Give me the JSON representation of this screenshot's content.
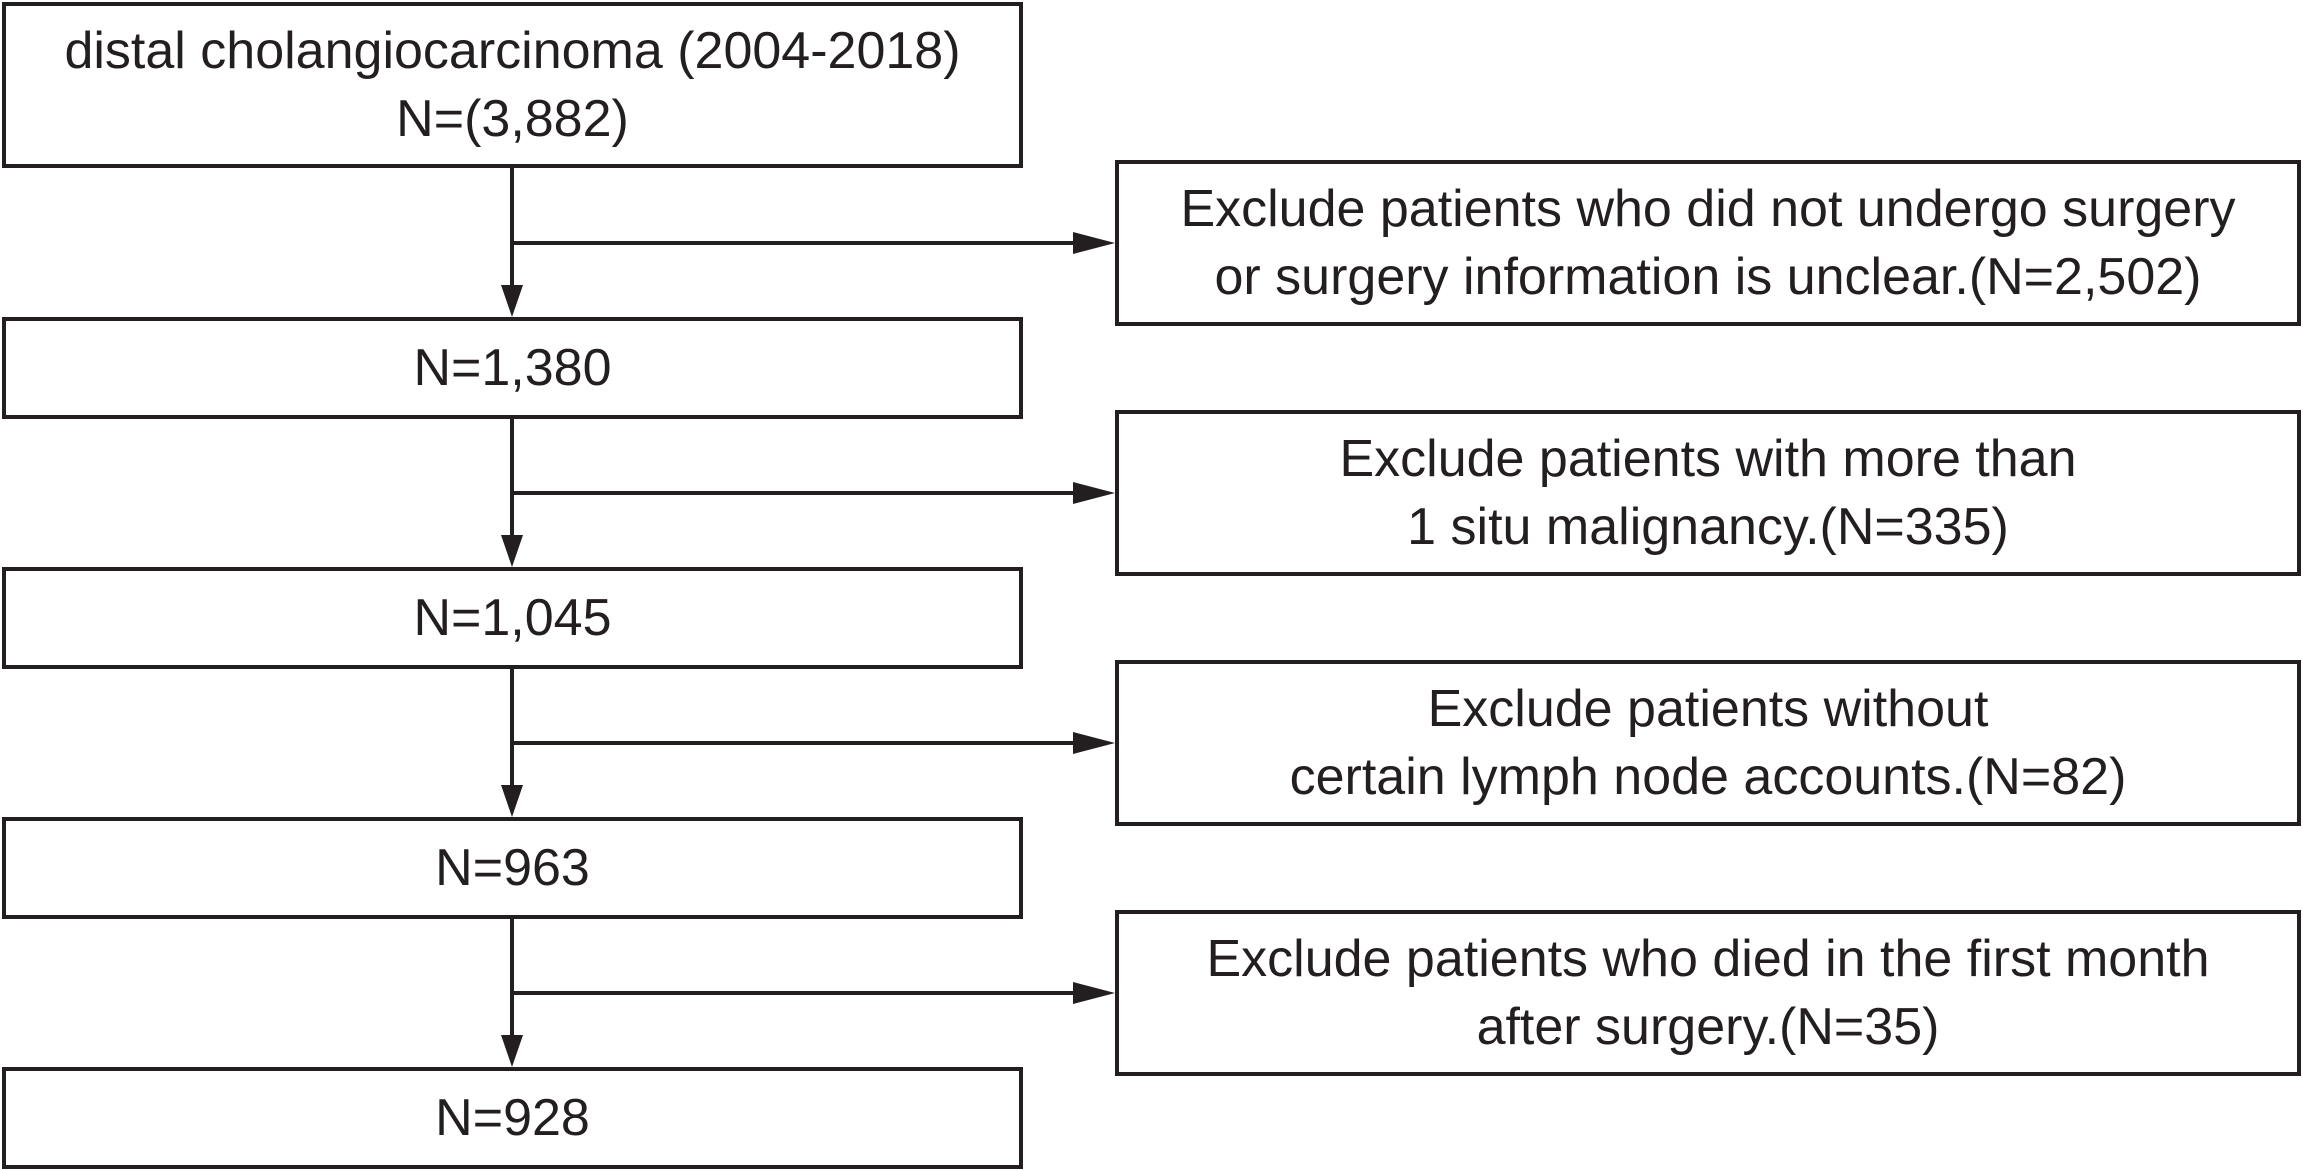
{
  "main_flow": [
    {
      "lines": [
        "distal cholangiocarcinoma (2004-2018)",
        "N=(3,882)"
      ]
    },
    {
      "lines": [
        "N=1,380"
      ]
    },
    {
      "lines": [
        "N=1,045"
      ]
    },
    {
      "lines": [
        "N=963"
      ]
    },
    {
      "lines": [
        "N=928"
      ]
    }
  ],
  "exclusions": [
    {
      "lines": [
        "Exclude patients who did not undergo surgery",
        "or surgery information is unclear.(N=2,502)"
      ]
    },
    {
      "lines": [
        "Exclude patients with more than",
        "1 situ malignancy.(N=335)"
      ]
    },
    {
      "lines": [
        "Exclude patients without",
        "certain lymph node accounts.(N=82)"
      ]
    },
    {
      "lines": [
        "Exclude patients who died in the first month",
        "after surgery.(N=35)"
      ]
    }
  ]
}
